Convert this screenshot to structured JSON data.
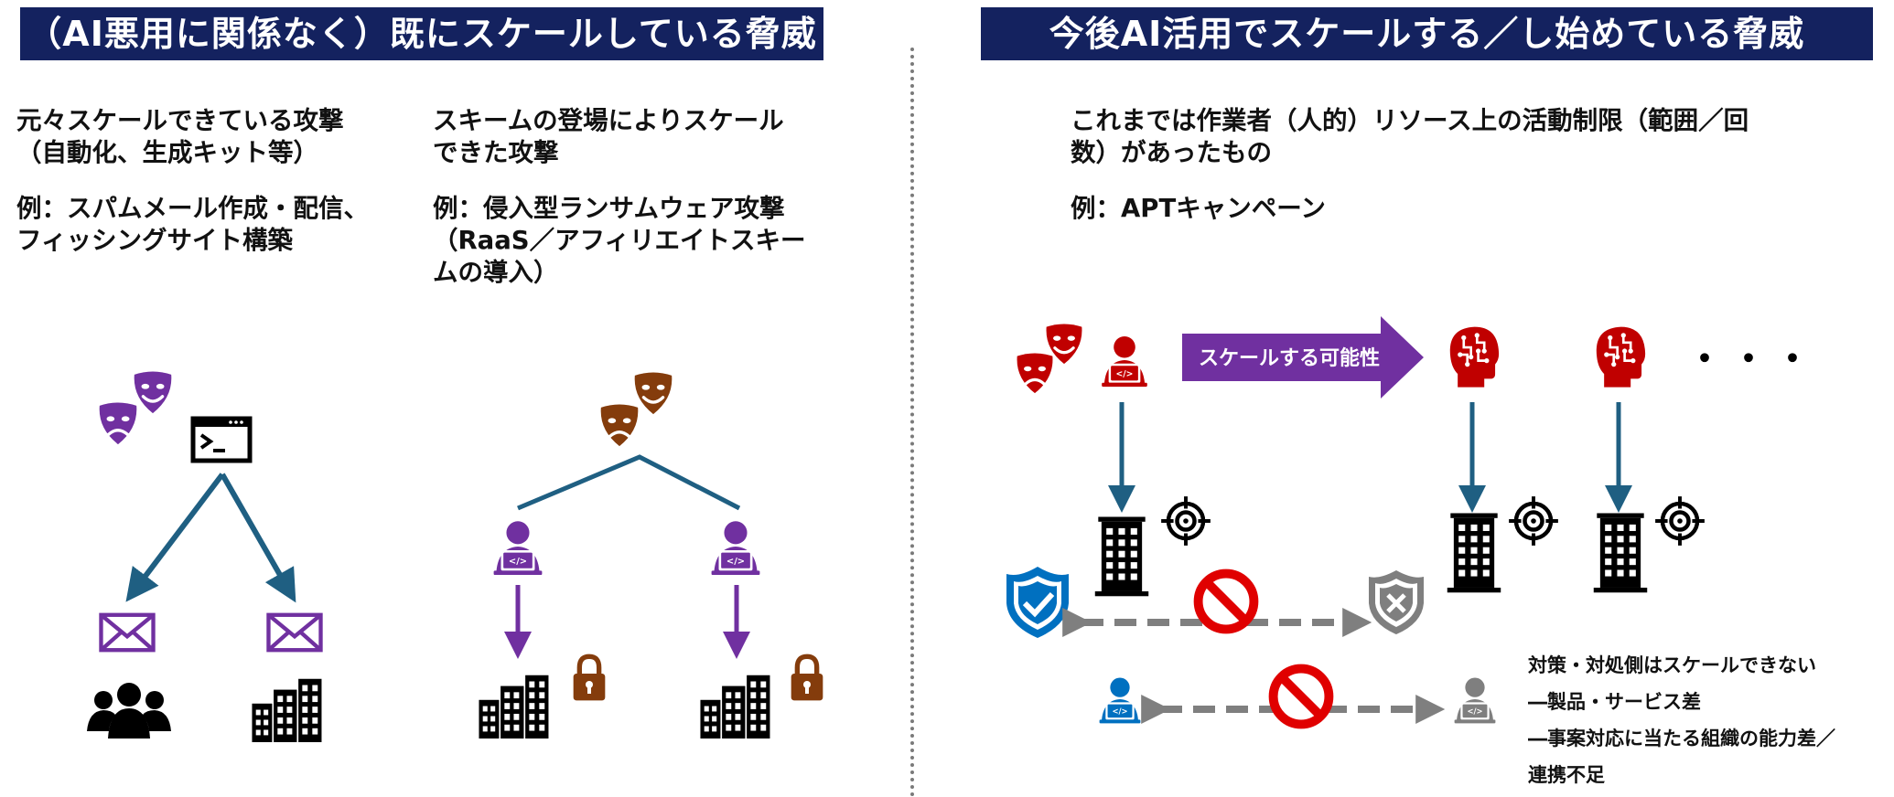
{
  "left": {
    "banner": "（AI悪用に関係なく）既にスケールしている脅威",
    "col1": {
      "heading": "元々スケールできている攻撃\n（自動化、生成キット等）",
      "example": "例：スパムメール作成・配信、\nフィッシングサイト構築"
    },
    "col2": {
      "heading": "スキームの登場によりスケール\nできた攻撃",
      "example": "例：侵入型ランサムウェア攻撃\n（RaaS／アフィリエイトスキー\nムの導入）"
    }
  },
  "right": {
    "banner": "今後AI活用でスケールする／し始めている脅威",
    "heading": "これまでは作業者（人的）リソース上の活動制限（範囲／回\n数）があったもの",
    "example": "例：APTキャンペーン",
    "arrow_label": "スケールする可能性",
    "ellipsis": "・・・",
    "defense_note": "対策・対処側はスケールできない\n ―製品・サービス差\n ―事案対応に当たる組織の能力差／\n   連携不足"
  },
  "colors": {
    "banner": "#14225f",
    "purple": "#7030a0",
    "brown": "#843c0c",
    "red": "#c00000",
    "teal": "#1f5f82",
    "blue": "#0070c0",
    "gray": "#7f7f7f",
    "black": "#000000"
  },
  "icons": [
    "theater-masks-icon",
    "terminal-window-icon",
    "envelope-icon",
    "people-icon",
    "buildings-icon",
    "hacker-icon",
    "lock-icon",
    "ai-head-icon",
    "office-tower-icon",
    "target-icon",
    "shield-check-icon",
    "shield-x-icon",
    "prohibited-icon"
  ]
}
